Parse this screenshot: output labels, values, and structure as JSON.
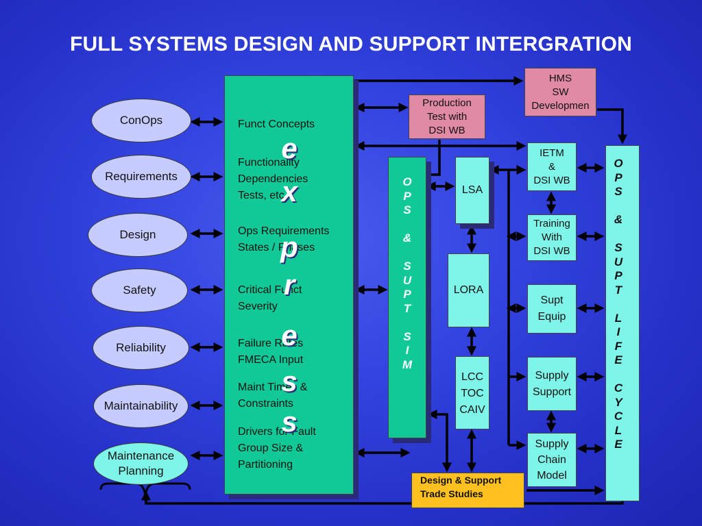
{
  "title": "FULL SYSTEMS DESIGN AND SUPPORT INTERGRATION",
  "inputs": {
    "conops": "ConOps",
    "requirements": "Requirements",
    "design": "Design",
    "safety": "Safety",
    "reliability": "Reliability",
    "maintainability": "Maintainability",
    "maintenance_planning_1": "Maintenance",
    "maintenance_planning_2": "Planning"
  },
  "express_block": {
    "letters": [
      "e",
      "x",
      "p",
      "r",
      "e",
      "s",
      "s"
    ],
    "funct_concepts": "Funct Concepts",
    "functionality_1": "Functionality",
    "functionality_2": "Dependencies",
    "functionality_3": "Tests, etc",
    "ops_req_1": "Ops Requirements",
    "ops_req_2": "States / Phases",
    "critical_1": "Critical Funct",
    "critical_2": "Severity",
    "failure_1": "Failure Rates",
    "failure_2": "FMECA Input",
    "maint_1": "Maint Times &",
    "maint_2": "Constraints",
    "drivers_1": "Drivers for Fault",
    "drivers_2": "Group Size &",
    "drivers_3": "Partitioning"
  },
  "ops_sim": {
    "letters": [
      "O",
      "P",
      "S",
      "",
      "&",
      "",
      "S",
      "U",
      "P",
      "T",
      "",
      "S",
      "I",
      "M"
    ]
  },
  "analysis": {
    "lsa": "LSA",
    "lora": "LORA",
    "lcc_1": "LCC",
    "lcc_2": "TOC",
    "lcc_3": "CAIV"
  },
  "top": {
    "production_1": "Production",
    "production_2": "Test with",
    "production_3": "DSI WB",
    "hms_1": "HMS",
    "hms_2": "SW",
    "hms_3": "Developmen"
  },
  "support": {
    "ietm_1": "IETM",
    "ietm_2": "&",
    "ietm_3": "DSI WB",
    "training_1": "Training",
    "training_2": "With",
    "training_3": "DSI WB",
    "supt_equip_1": "Supt",
    "supt_equip_2": "Equip",
    "supply_support_1": "Supply",
    "supply_support_2": "Support",
    "supply_chain_1": "Supply",
    "supply_chain_2": "Chain",
    "supply_chain_3": "Model"
  },
  "lifecycle": {
    "letters": [
      "O",
      "P",
      "S",
      "",
      "&",
      "",
      "S",
      "U",
      "P",
      "T",
      "",
      "L",
      "I",
      "F",
      "E",
      "",
      "C",
      "Y",
      "C",
      "L",
      "E"
    ]
  },
  "trade": {
    "line_1": "Design & Support",
    "line_2": "Trade Studies"
  }
}
